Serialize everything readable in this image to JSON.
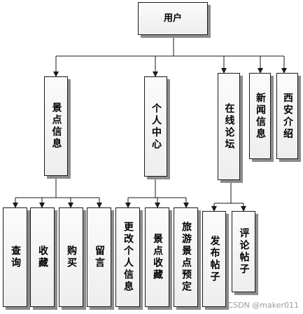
{
  "diagram": {
    "root": "用户",
    "level1": [
      "景点信息",
      "个人中心",
      "在线论坛",
      "新闻信息",
      "西安介绍"
    ],
    "scenic_children": [
      "查询",
      "收藏",
      "购买",
      "留言"
    ],
    "personal_children": [
      "更改个人信息",
      "景点收藏",
      "旅游景点预定"
    ],
    "forum_children": [
      "发布帖子",
      "评论帖子"
    ]
  },
  "watermark": "CSDN @maker011",
  "colors": {
    "line": "#1a1a1a",
    "shadow": "#8c8c8c",
    "fill": "#f5f5f5"
  }
}
